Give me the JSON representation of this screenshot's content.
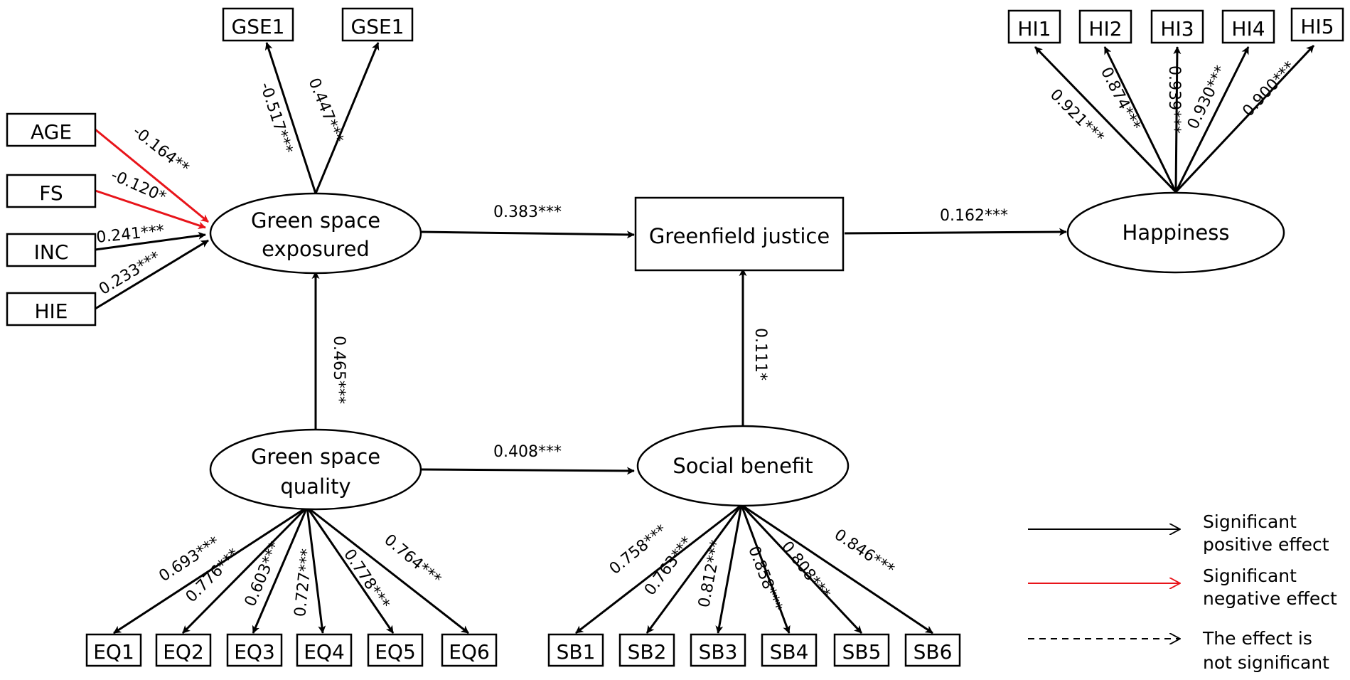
{
  "nodes": {
    "gse": [
      "Green space",
      "exposured"
    ],
    "gsq": [
      "Green space",
      "quality"
    ],
    "justice": "Greenfield justice",
    "social": "Social benefit",
    "happiness": "Happiness"
  },
  "indicators": {
    "gse": [
      "GSE1",
      "GSE1"
    ],
    "controls": [
      "AGE",
      "FS",
      "INC",
      "HIE"
    ],
    "hi": [
      "HI1",
      "HI2",
      "HI3",
      "HI4",
      "HI5"
    ],
    "eq": [
      "EQ1",
      "EQ2",
      "EQ3",
      "EQ4",
      "EQ5",
      "EQ6"
    ],
    "sb": [
      "SB1",
      "SB2",
      "SB3",
      "SB4",
      "SB5",
      "SB6"
    ]
  },
  "paths": {
    "gse_to_justice": "0.383***",
    "justice_to_happiness": "0.162***",
    "gsq_to_gse": "0.465***",
    "gsq_to_social": "0.408***",
    "social_to_justice": "0.111*"
  },
  "loadings": {
    "gse": [
      "-0.517***",
      "0.447***"
    ],
    "controls": [
      "-0.164**",
      "-0.120*",
      "0.241***",
      "0.233***"
    ],
    "hi": [
      "0.921***",
      "0.874***",
      "0.939***",
      "0.930***",
      "0.900***"
    ],
    "eq": [
      "0.693***",
      "0.776***",
      "0.603***",
      "0.727***",
      "0.778***",
      "0.764***"
    ],
    "sb": [
      "0.758***",
      "0.763***",
      "0.812***",
      "0.858***",
      "0.808***",
      "0.846***"
    ]
  },
  "legend": [
    {
      "lines": [
        "Significant",
        "positive effect"
      ],
      "style": "solid",
      "color": "#000000"
    },
    {
      "lines": [
        "Significant",
        "negative effect"
      ],
      "style": "solid",
      "color": "#e8141a"
    },
    {
      "lines": [
        "The effect is",
        "not significant"
      ],
      "style": "dashed",
      "color": "#000000"
    }
  ],
  "colors": {
    "positive": "#000000",
    "negative": "#e8141a"
  }
}
